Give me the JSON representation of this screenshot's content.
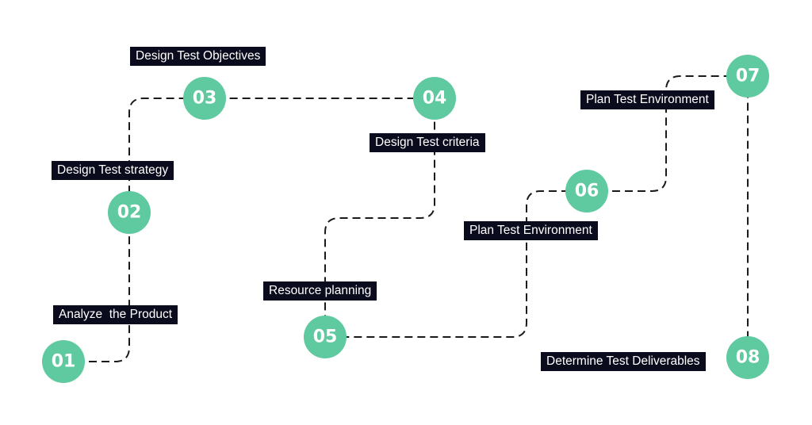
{
  "colors": {
    "accent": "#5fc9a0",
    "label_bg": "#0b0b1e",
    "line": "#1a1a1a"
  },
  "steps": [
    {
      "number": "01",
      "label": "Analyze  the Product"
    },
    {
      "number": "02",
      "label": "Design Test strategy"
    },
    {
      "number": "03",
      "label": "Design Test Objectives"
    },
    {
      "number": "04",
      "label": "Design Test criteria"
    },
    {
      "number": "05",
      "label": "Resource planning"
    },
    {
      "number": "06",
      "label": "Plan Test Environment"
    },
    {
      "number": "07",
      "label": "Plan Test Environment"
    },
    {
      "number": "08",
      "label": "Determine Test Deliverables"
    }
  ]
}
